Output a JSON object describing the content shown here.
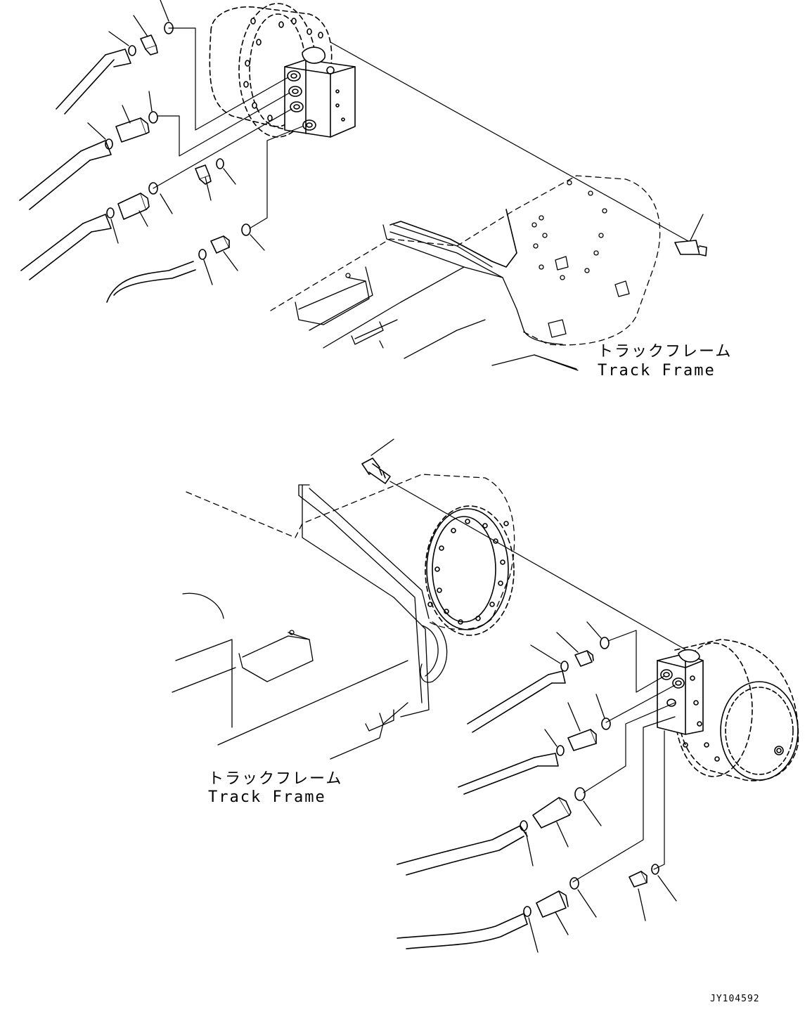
{
  "labels": {
    "top_frame_jp": "トラックフレーム",
    "top_frame_en": "Track Frame",
    "bottom_frame_jp": "トラックフレーム",
    "bottom_frame_en": "Track Frame"
  },
  "drawing_code": "JY104592"
}
